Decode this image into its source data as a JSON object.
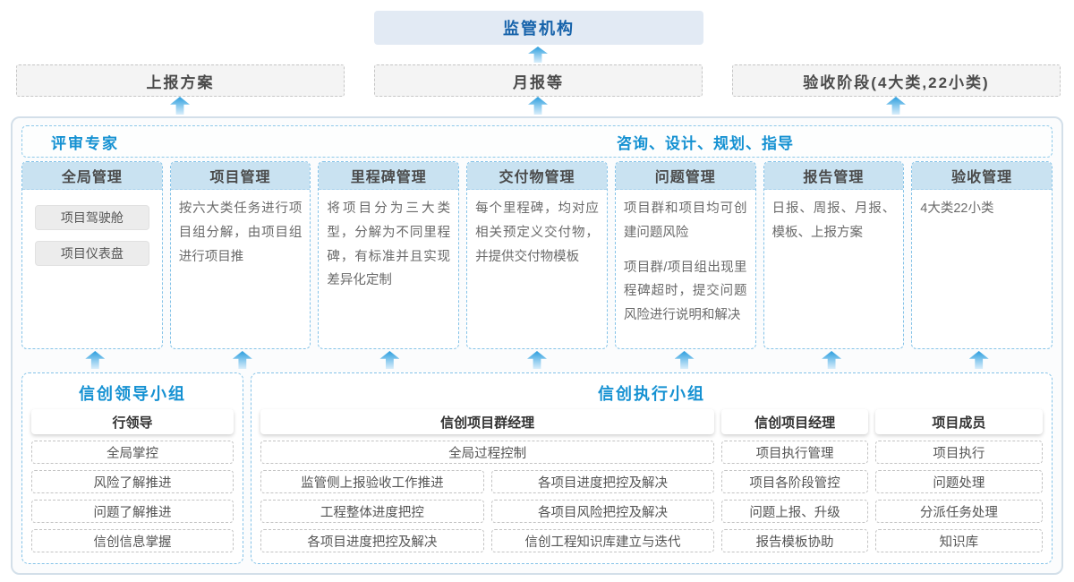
{
  "colors": {
    "title_blue": "#1591d2",
    "regulator_blue": "#1562aa",
    "column_header_bg": "#c9e2f1",
    "dashed_blue": "#85c3e8",
    "arrow_gradient_top": "#2b9ede",
    "arrow_gradient_bottom": "#d9eefb"
  },
  "top": {
    "regulator_label": "监管机构",
    "outputs": [
      "上报方案",
      "月报等",
      "验收阶段(4大类,22小类)"
    ]
  },
  "advisor_band": {
    "left_label": "评审专家",
    "right_label": "咨询、设计、规划、指导"
  },
  "columns": [
    {
      "key": "global",
      "title": "全局管理",
      "chips": [
        "项目驾驶舱",
        "项目仪表盘"
      ]
    },
    {
      "key": "project",
      "title": "项目管理",
      "paragraphs": [
        "按六大类任务进行项目组分解，由项目组进行项目推"
      ]
    },
    {
      "key": "milestone",
      "title": "里程碑管理",
      "paragraphs": [
        "将项目分为三大类型，分解为不同里程碑，有标准并且实现差异化定制"
      ]
    },
    {
      "key": "deliverable",
      "title": "交付物管理",
      "paragraphs": [
        "每个里程碑，均对应相关预定义交付物，并提供交付物模板"
      ]
    },
    {
      "key": "issue",
      "title": "问题管理",
      "paragraphs": [
        "项目群和项目均可创建问题风险",
        "项目群/项目组出现里程碑超时，提交问题风险进行说明和解决"
      ]
    },
    {
      "key": "report",
      "title": "报告管理",
      "paragraphs": [
        "日报、周报、月报、模板、上报方案"
      ]
    },
    {
      "key": "acceptance",
      "title": "验收管理",
      "paragraphs": [
        "4大类22小类"
      ]
    }
  ],
  "leader_group": {
    "title": "信创领导小组",
    "role": "行领导",
    "items": [
      "全局掌控",
      "风险了解推进",
      "问题了解推进",
      "信创信息掌握"
    ]
  },
  "exec_group": {
    "title": "信创执行小组",
    "program_manager": {
      "role": "信创项目群经理",
      "full_width_item": "全局过程控制",
      "left_items": [
        "监管侧上报验收工作推进",
        "工程整体进度把控",
        "各项目进度把控及解决"
      ],
      "right_items": [
        "各项目进度把控及解决",
        "各项目风险把控及解决",
        "信创工程知识库建立与迭代"
      ]
    },
    "project_manager": {
      "role": "信创项目经理",
      "items": [
        "项目执行管理",
        "项目各阶段管控",
        "问题上报、升级",
        "报告模板协助"
      ]
    },
    "member": {
      "role": "项目成员",
      "items": [
        "项目执行",
        "问题处理",
        "分派任务处理",
        "知识库"
      ]
    }
  }
}
